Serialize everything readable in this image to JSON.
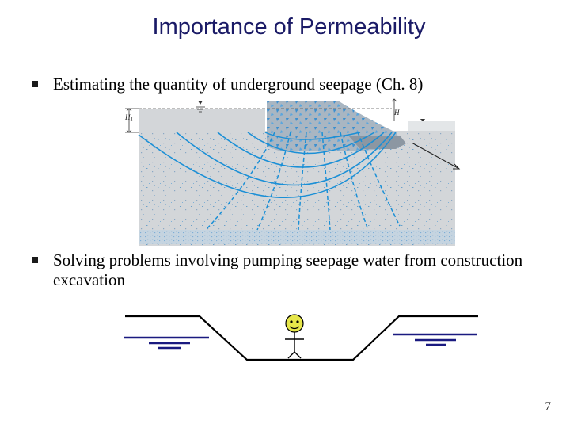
{
  "slide": {
    "title": "Importance of Permeability",
    "bullets": [
      {
        "text": "Estimating the quantity of underground seepage (Ch. 8)"
      },
      {
        "text": "Solving problems involving pumping seepage water from construction excavation"
      }
    ],
    "page_number": "7"
  },
  "seepage_figure": {
    "label_h1": "H",
    "label_h1_sub": "1",
    "label_h": "H"
  },
  "colors": {
    "title": "#1a1a66",
    "soil": "#d3d6d9",
    "flow_lines": "#1a8fd6",
    "water_lines": "#1a1a80"
  }
}
